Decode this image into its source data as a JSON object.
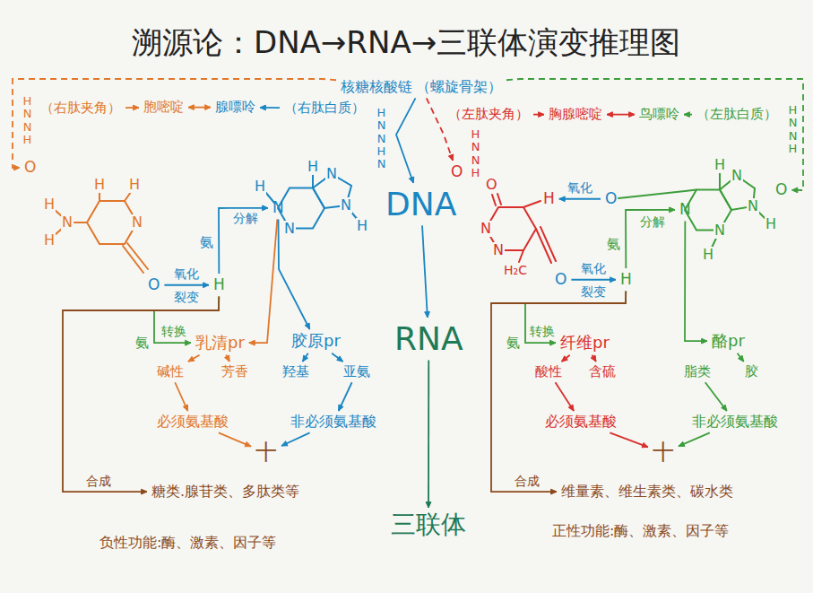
{
  "diagram": {
    "title": "溯源论：DNA→RNA→三联体演变推理图",
    "nodes": [
      {
        "text": [
          "核糖核酸链",
          "（螺旋骨架）"
        ]
      },
      {
        "text": [
          "（右肽夹角）"
        ]
      },
      {
        "text": [
          "胞嘧啶"
        ]
      },
      {
        "text": [
          "腺嘌呤"
        ]
      },
      {
        "text": [
          "（右肽白质）"
        ]
      },
      {
        "text": [
          "（左肽夹角）"
        ]
      },
      {
        "text": [
          "胸腺嘧啶"
        ]
      },
      {
        "text": [
          "鸟嘌呤"
        ]
      },
      {
        "text": [
          "（左肽白质）"
        ]
      },
      {
        "text": [
          "O"
        ]
      },
      {
        "text": [
          "O"
        ]
      },
      {
        "text": [
          "O"
        ]
      },
      {
        "text": [
          "DNA"
        ]
      },
      {
        "text": [
          "H"
        ]
      },
      {
        "text": [
          "O"
        ]
      },
      {
        "text": [
          "N"
        ]
      },
      {
        "text": [
          "N"
        ]
      },
      {
        "text": [
          "O"
        ]
      },
      {
        "text": [
          "H"
        ]
      },
      {
        "text": [
          "O"
        ]
      },
      {
        "text": [
          "H"
        ]
      },
      {
        "text": [
          "RNA"
        ]
      },
      {
        "text": [
          "乳清pr"
        ]
      },
      {
        "text": [
          "胶原pr"
        ]
      },
      {
        "text": [
          "纤维pr"
        ]
      },
      {
        "text": [
          "酪pr"
        ]
      },
      {
        "text": [
          "碱性"
        ]
      },
      {
        "text": [
          "芳香"
        ]
      },
      {
        "text": [
          "羟基"
        ]
      },
      {
        "text": [
          "亚氨"
        ]
      },
      {
        "text": [
          "酸性"
        ]
      },
      {
        "text": [
          "含硫"
        ]
      },
      {
        "text": [
          "脂类"
        ]
      },
      {
        "text": [
          "胶"
        ]
      },
      {
        "text": [
          "必须氨基酸"
        ]
      },
      {
        "text": [
          "非必须氨基酸"
        ]
      },
      {
        "text": [
          "必须氨基酸"
        ]
      },
      {
        "text": [
          "非必须氨基酸"
        ]
      },
      {
        "text": [
          "十"
        ]
      },
      {
        "text": [
          "十"
        ]
      },
      {
        "text": [
          "糖类.腺苷类、多肽类等"
        ]
      },
      {
        "text": [
          "维量素、维生素类、碳水类"
        ]
      },
      {
        "text": [
          "三联体"
        ]
      },
      {
        "text": [
          "负性功能:酶、激素、因子等"
        ]
      },
      {
        "text": [
          "正性功能:酶、激素、因子等"
        ]
      }
    ],
    "edges": [
      {
        "from": 1,
        "to": 2,
        "arrow": "to"
      },
      {
        "from": 2,
        "to": 3,
        "arrow": "both"
      },
      {
        "from": 4,
        "to": 3,
        "arrow": "to"
      },
      {
        "from": 5,
        "to": 6,
        "arrow": "to"
      },
      {
        "from": 6,
        "to": 7,
        "arrow": "both"
      },
      {
        "from": 8,
        "to": 7,
        "arrow": "to"
      },
      {
        "from": 0,
        "to": 9,
        "arrow": "to"
      },
      {
        "from": 0,
        "to": 12,
        "arrow": "to"
      },
      {
        "from": 0,
        "to": 10,
        "arrow": "to"
      },
      {
        "from": 0,
        "to": 11,
        "arrow": "to"
      },
      {
        "from": 14,
        "to": 13,
        "label": "氧化",
        "arrow": "to"
      },
      {
        "from": 17,
        "to": 18,
        "label": "氧化 裂变",
        "arrow": "to"
      },
      {
        "from": 18,
        "to": 15,
        "label": "分解",
        "arrow": "to"
      },
      {
        "from": 19,
        "to": 20,
        "label": "氧化 裂变",
        "arrow": "to"
      },
      {
        "from": 20,
        "to": 16,
        "label": "分解",
        "arrow": "to"
      },
      {
        "from": 12,
        "to": 21,
        "arrow": "to"
      },
      {
        "from": 18,
        "to": 22,
        "label": "转换",
        "arrow": "to"
      },
      {
        "from": 15,
        "to": 22,
        "arrow": "to"
      },
      {
        "from": 15,
        "to": 23,
        "arrow": "to"
      },
      {
        "from": 20,
        "to": 24,
        "label": "转换",
        "arrow": "to"
      },
      {
        "from": 16,
        "to": 25,
        "arrow": "to"
      },
      {
        "from": 22,
        "to": 26,
        "arrow": "to"
      },
      {
        "from": 22,
        "to": 27,
        "arrow": "to"
      },
      {
        "from": 23,
        "to": 28,
        "arrow": "to"
      },
      {
        "from": 23,
        "to": 29,
        "arrow": "to"
      },
      {
        "from": 24,
        "to": 30,
        "arrow": "to"
      },
      {
        "from": 24,
        "to": 31,
        "arrow": "to"
      },
      {
        "from": 25,
        "to": 33,
        "arrow": "to"
      },
      {
        "from": 26,
        "to": 34,
        "arrow": "to"
      },
      {
        "from": 29,
        "to": 35,
        "arrow": "to"
      },
      {
        "from": 30,
        "to": 36,
        "arrow": "to"
      },
      {
        "from": 32,
        "to": 37,
        "arrow": "to"
      },
      {
        "from": 34,
        "to": 38,
        "arrow": "to"
      },
      {
        "from": 35,
        "to": 38,
        "arrow": "to"
      },
      {
        "from": 36,
        "to": 39,
        "arrow": "to"
      },
      {
        "from": 37,
        "to": 39,
        "arrow": "to"
      },
      {
        "from": 18,
        "to": 40,
        "label": "合成",
        "arrow": "to"
      },
      {
        "from": 20,
        "to": 41,
        "label": "合成",
        "arrow": "to"
      },
      {
        "from": 21,
        "to": 42,
        "arrow": "to"
      }
    ],
    "labels": [
      "氨",
      "氨",
      "氨",
      "氨",
      "HNNH",
      "HNNHN",
      "HNNH",
      "HNNH",
      "H",
      "N",
      "H",
      "H",
      "H",
      "N",
      "H",
      "N",
      "N",
      "N",
      "H",
      "H",
      "O",
      "N",
      "N",
      "H₂C",
      "H",
      "N",
      "N",
      "N",
      "H",
      "H"
    ]
  }
}
